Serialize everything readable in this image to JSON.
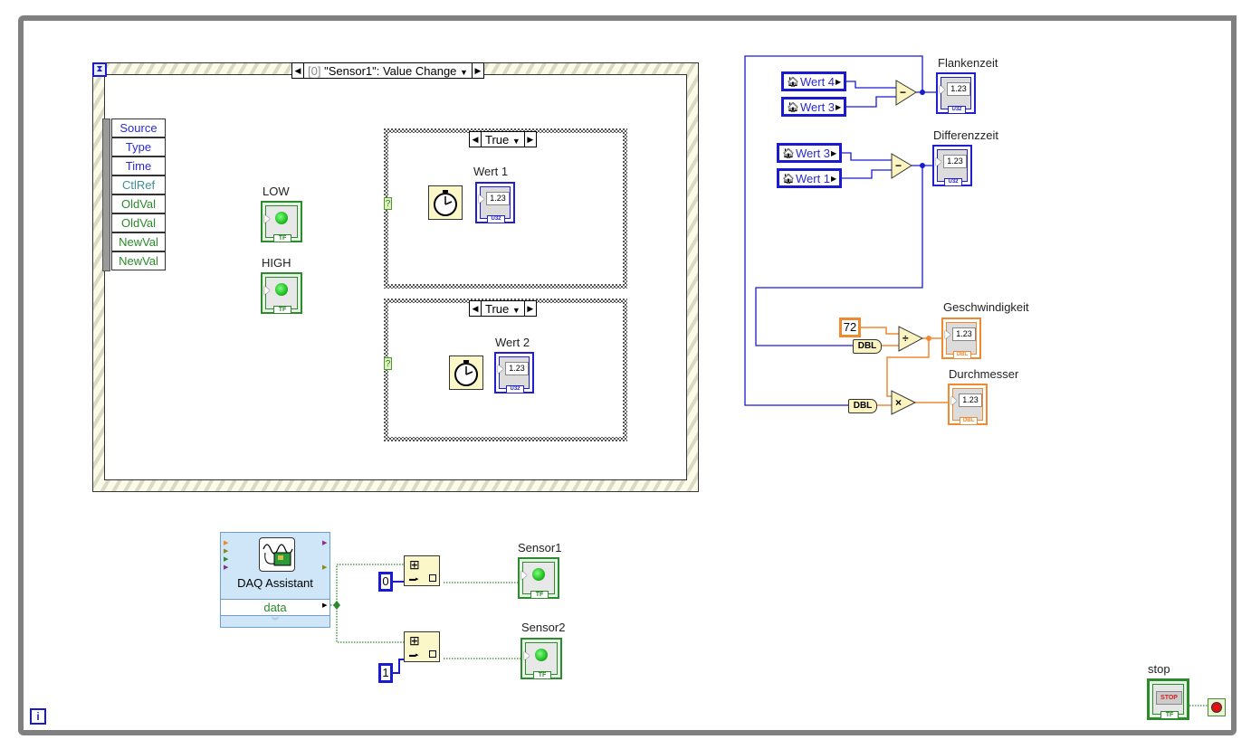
{
  "event_structure": {
    "selector_index": "[0]",
    "selector_label": "\"Sensor1\": Value Change",
    "event_data_nodes": [
      {
        "label": "Source",
        "color": "#2a2ad0"
      },
      {
        "label": "Type",
        "color": "#2a2ad0"
      },
      {
        "label": "Time",
        "color": "#2a2ad0"
      },
      {
        "label": "CtlRef",
        "color": "#3a9090"
      },
      {
        "label": "OldVal",
        "color": "#2a8a2a"
      },
      {
        "label": "OldVal",
        "color": "#2a8a2a"
      },
      {
        "label": "NewVal",
        "color": "#2a8a2a"
      },
      {
        "label": "NewVal",
        "color": "#2a8a2a"
      }
    ],
    "indicators": {
      "low": "LOW",
      "high": "HIGH"
    },
    "case_structures": [
      {
        "selector": "True",
        "indicator_label": "Wert 1",
        "indicator_value": "1.23",
        "indicator_type": "U32"
      },
      {
        "selector": "True",
        "indicator_label": "Wert 2",
        "indicator_value": "1.23",
        "indicator_type": "U32"
      }
    ]
  },
  "calculations": {
    "flankenzeit": {
      "label": "Flankenzeit",
      "inputs": [
        "Wert 4",
        "Wert 3"
      ],
      "operator": "−",
      "value": "1.23",
      "type": "U32"
    },
    "differenzzeit": {
      "label": "Differenzzeit",
      "inputs": [
        "Wert 3",
        "Wert 1"
      ],
      "operator": "−",
      "value": "1.23",
      "type": "U32"
    },
    "geschwindigkeit": {
      "label": "Geschwindigkeit",
      "constant": "72",
      "conversion": "DBL",
      "operator": "÷",
      "value": "1.23",
      "type": "DBL"
    },
    "durchmesser": {
      "label": "Durchmesser",
      "conversion": "DBL",
      "operator": "×",
      "value": "1.23",
      "type": "DBL"
    }
  },
  "daq": {
    "title": "DAQ Assistant",
    "output": "data",
    "index_constants": [
      "0",
      "1"
    ],
    "sensors": [
      "Sensor1",
      "Sensor2"
    ]
  },
  "stop": {
    "label": "stop",
    "button_text": "STOP",
    "type": "TF"
  },
  "loop": {
    "iteration_terminal": "i"
  },
  "colors": {
    "boolean_wire": "#2d8a2d",
    "integer_wire": "#1a1ad0",
    "double_wire": "#f08a30",
    "loop_border": "#808080"
  }
}
